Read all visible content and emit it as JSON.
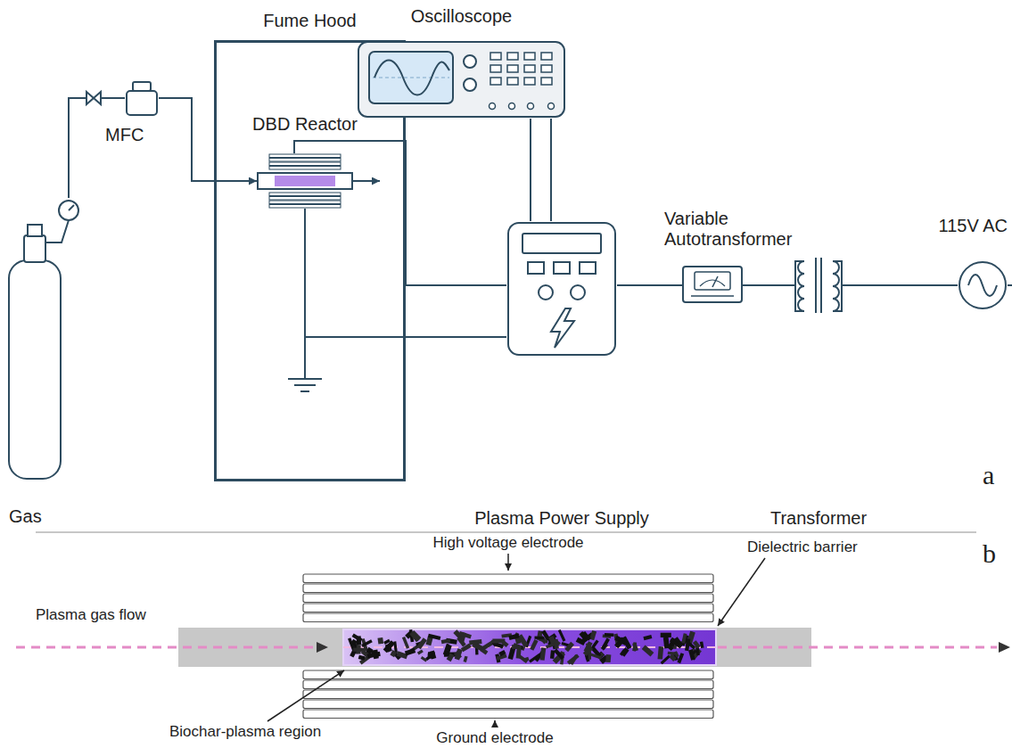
{
  "diagram": {
    "nodes": [
      {
        "text": [
          "Gas"
        ]
      },
      {
        "text": [
          "MFC"
        ]
      },
      {
        "text": [
          "Fume Hood"
        ]
      },
      {
        "text": [
          "DBD Reactor"
        ],
        "in": 2
      },
      {
        "text": [
          "Oscilloscope"
        ]
      },
      {
        "text": [
          "Plasma Power Supply"
        ]
      },
      {
        "text": [
          "Variable Autotransformer"
        ]
      },
      {
        "text": [
          "Transformer"
        ]
      },
      {
        "text": [
          "115V AC"
        ]
      }
    ],
    "edges": [
      {
        "from": 0,
        "to": 1,
        "arrow": "none"
      },
      {
        "from": 1,
        "to": 3,
        "arrow": "to"
      },
      {
        "from": 3,
        "to": 5,
        "arrow": "none"
      },
      {
        "from": 4,
        "to": 5,
        "arrow": "none"
      },
      {
        "from": 5,
        "to": 6,
        "arrow": "none"
      },
      {
        "from": 6,
        "to": 7,
        "arrow": "none"
      },
      {
        "from": 7,
        "to": 8,
        "arrow": "none"
      }
    ],
    "labels": [
      "a",
      "b",
      "High voltage electrode",
      "Dielectric barrier",
      "Plasma gas flow",
      "Biochar-plasma region",
      "Ground electrode"
    ]
  }
}
